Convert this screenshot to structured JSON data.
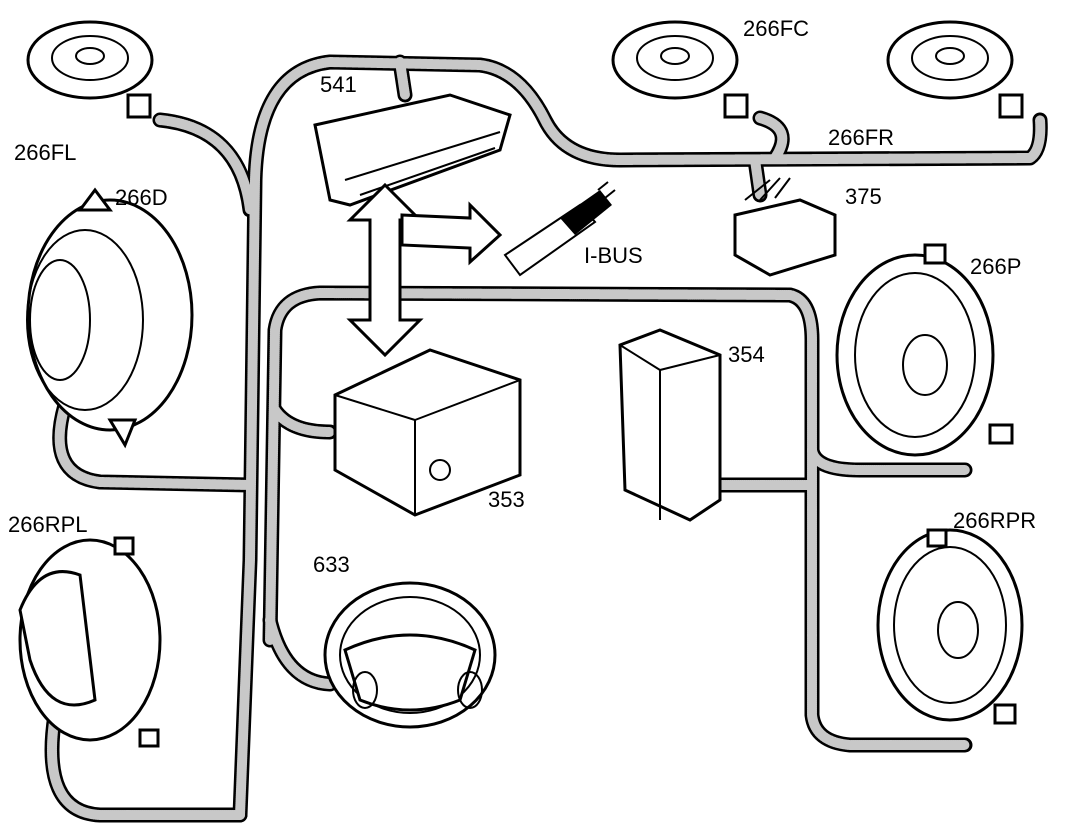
{
  "labels": {
    "speaker_front_left": "266FL",
    "speaker_door": "266D",
    "speaker_rear_left": "266RPL",
    "radio_display": "541",
    "radio_unit": "353",
    "steering_wheel": "633",
    "bus": "I-BUS",
    "amplifier": "354",
    "speaker_front_center": "266FC",
    "speaker_front_right": "266FR",
    "connector": "375",
    "speaker_p": "266P",
    "speaker_rear_right": "266RPR"
  }
}
